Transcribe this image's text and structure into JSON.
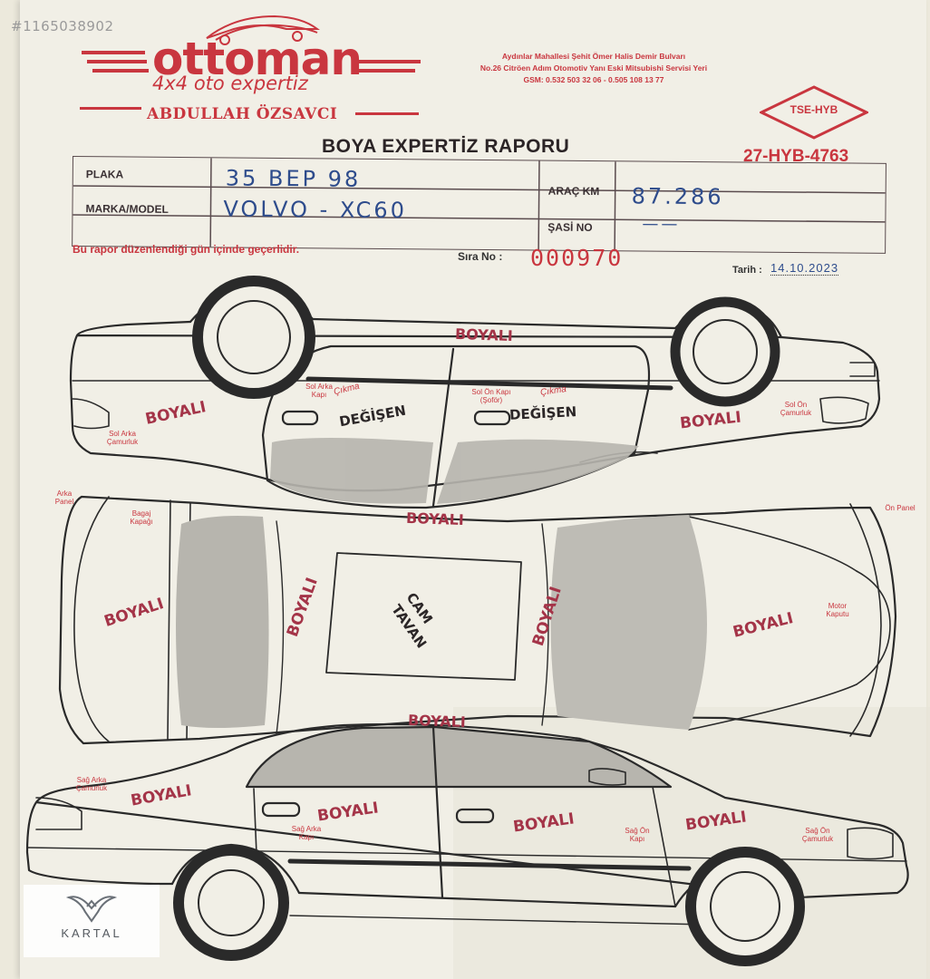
{
  "watermark_id": "#1165038902",
  "header": {
    "brand": "ottoman",
    "tagline": "4x4 oto expertiz",
    "owner": "ABDULLAH ÖZSAVCI",
    "address_lines": [
      "Aydınlar Mahallesi Şehit Ömer Halis Demir Bulvarı",
      "No.26 Citröen Adım Otomotiv Yanı Eski Mitsubishi Servisi Yeri",
      "GSM: 0.532 503 32 06 - 0.505 108 13 77"
    ],
    "tse_badge": "TSE-HYB",
    "certificate_no": "27-HYB-4763"
  },
  "title": "BOYA EXPERTİZ RAPORU",
  "form": {
    "plaka_label": "PLAKA",
    "plaka_value": "35 BEP 98",
    "marka_label": "MARKA/MODEL",
    "marka_value": "VOLVO - XC60",
    "km_label": "ARAÇ KM",
    "km_value": "87.286",
    "sasi_label": "ŞASİ NO",
    "sasi_value": "——"
  },
  "validity": "Bu rapor düzenlendiği gün içinde geçerlidir.",
  "sira_label": "Sıra No :",
  "sira_no": "000970",
  "tarih_label": "Tarih :",
  "tarih_value": "14.10.2023",
  "stamps": {
    "boyali": "BOYALI",
    "degisen": "DEĞİŞEN",
    "cam_tavan_1": "CAM",
    "cam_tavan_2": "TAVAN",
    "cikma": "Çıkma"
  },
  "parts": {
    "sol_arka_kapi": "Sol Arka Kapı",
    "sol_on_kapi": "Sol Ön Kapı (Şoför)",
    "sol_arka_camurluk": "Sol Arka Çamurluk",
    "sol_on_camurluk": "Sol Ön Çamurluk",
    "arka_panel": "Arka Panel",
    "bagaj_kapagi": "Bagaj Kapağı",
    "on_panel": "Ön Panel",
    "motor_kaputu": "Motor Kaputu",
    "sag_arka_camurluk": "Sağ Arka Çamurluk",
    "sag_arka_kapi": "Sağ Arka Kapı",
    "sag_on_kapi": "Sağ Ön Kapı",
    "sag_on_camurluk": "Sağ Ön Çamurluk"
  },
  "kartal_logo": "KARTAL",
  "colors": {
    "brand_red": "#c9363f",
    "stamp_red": "#a43448",
    "ink_blue": "#2e4c8c"
  }
}
